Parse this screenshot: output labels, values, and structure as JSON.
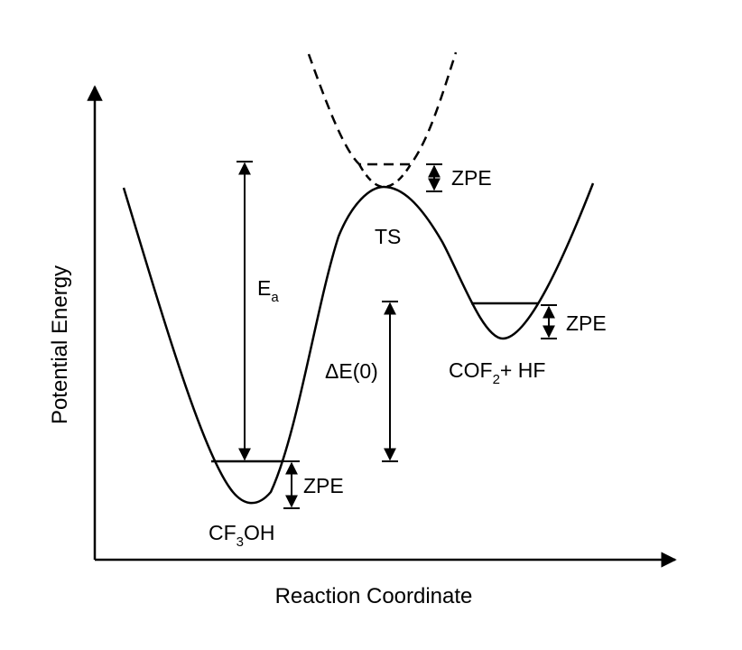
{
  "diagram": {
    "axes": {
      "x_label": "Reaction Coordinate",
      "y_label": "Potential Energy"
    },
    "labels": {
      "ts": "TS",
      "reactant_main": "CF",
      "reactant_sub": "3",
      "reactant_tail": "OH",
      "product_main": "COF",
      "product_sub": "2",
      "product_tail": "+ HF",
      "ea_main": "E",
      "ea_sub": "a",
      "delta_e": "ΔE(0)",
      "zpe_ts": "ZPE",
      "zpe_product": "ZPE",
      "zpe_reactant": "ZPE"
    },
    "colors": {
      "line": "#000000",
      "background": "#ffffff"
    }
  }
}
